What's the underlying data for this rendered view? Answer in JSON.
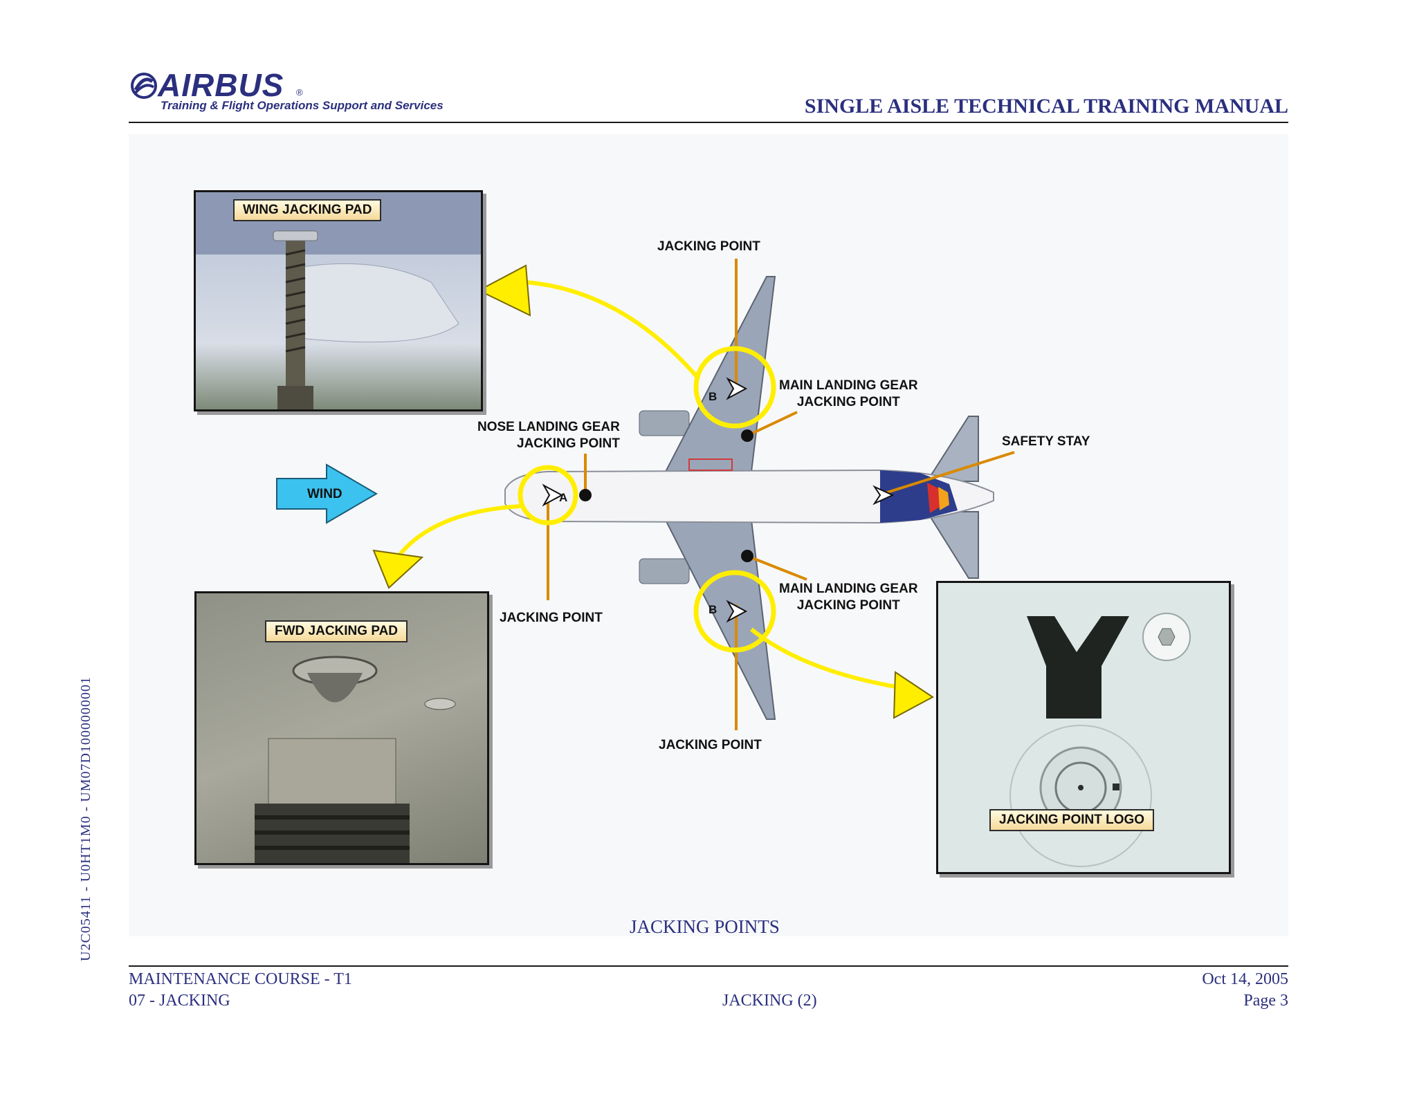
{
  "header": {
    "logo": "AIRBUS",
    "registered": "®",
    "tagline": "Training & Flight Operations Support and Services",
    "manual_title": "SINGLE AISLE TECHNICAL TRAINING MANUAL"
  },
  "figure": {
    "caption": "JACKING POINTS",
    "wind_label": "WIND",
    "wing_pad_label": "WING JACKING PAD",
    "fwd_pad_label": "FWD JACKING PAD",
    "logo_photo_label": "JACKING POINT LOGO",
    "jacking_point_top": "JACKING POINT",
    "jacking_point_nose": "JACKING POINT",
    "jacking_point_bottom": "JACKING POINT",
    "nose_gear_line1": "NOSE LANDING GEAR",
    "nose_gear_line2": "JACKING POINT",
    "main_gear_upper_line1": "MAIN LANDING GEAR",
    "main_gear_upper_line2": "JACKING POINT",
    "main_gear_lower_line1": "MAIN LANDING GEAR",
    "main_gear_lower_line2": "JACKING POINT",
    "safety_stay": "SAFETY STAY",
    "marker_a": "A",
    "marker_b_upper": "B",
    "marker_b_lower": "B",
    "colors": {
      "highlight": "#ffee00",
      "leader": "#d98a00",
      "wind_arrow": "#3cc2ee",
      "navy": "#2b2f7e"
    }
  },
  "footer": {
    "course": "MAINTENANCE COURSE - T1",
    "chapter": "07 - JACKING",
    "section": "JACKING (2)",
    "date": "Oct 14, 2005",
    "page": "Page 3",
    "side_reference": "U2C05411 - U0HT1M0 - UM07D1000000001"
  }
}
